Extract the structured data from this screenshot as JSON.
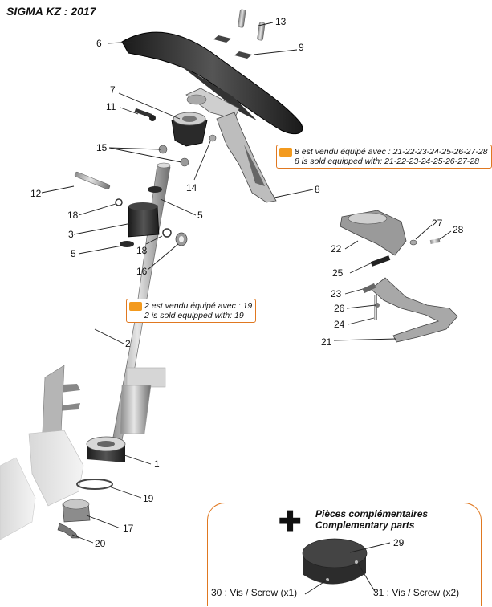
{
  "title": "SIGMA KZ : 2017",
  "callouts": {
    "p1": "1",
    "p2": "2",
    "p3": "3",
    "p5a": "5",
    "p5b": "5",
    "p6": "6",
    "p7": "7",
    "p8": "8",
    "p9": "9",
    "p11": "11",
    "p12": "12",
    "p13": "13",
    "p14": "14",
    "p15": "15",
    "p16": "16",
    "p17": "17",
    "p18a": "18",
    "p18b": "18",
    "p19": "19",
    "p20": "20",
    "p21": "21",
    "p22": "22",
    "p23": "23",
    "p24": "24",
    "p25": "25",
    "p26": "26",
    "p27": "27",
    "p28": "28",
    "p29": "29"
  },
  "notes": {
    "note8": {
      "fr": "8 est vendu équipé avec : 21-22-23-24-25-26-27-28",
      "en": "8 is sold equipped with: 21-22-23-24-25-26-27-28"
    },
    "note2": {
      "fr": "2 est vendu équipé avec : 19",
      "en": "2 is sold equipped with: 19"
    }
  },
  "complementary": {
    "title_fr": "Pièces complémentaires",
    "title_en": "Complementary parts",
    "item30": "30 : Vis / Screw (x1)",
    "item31": "31 : Vis / Screw (x2)"
  }
}
